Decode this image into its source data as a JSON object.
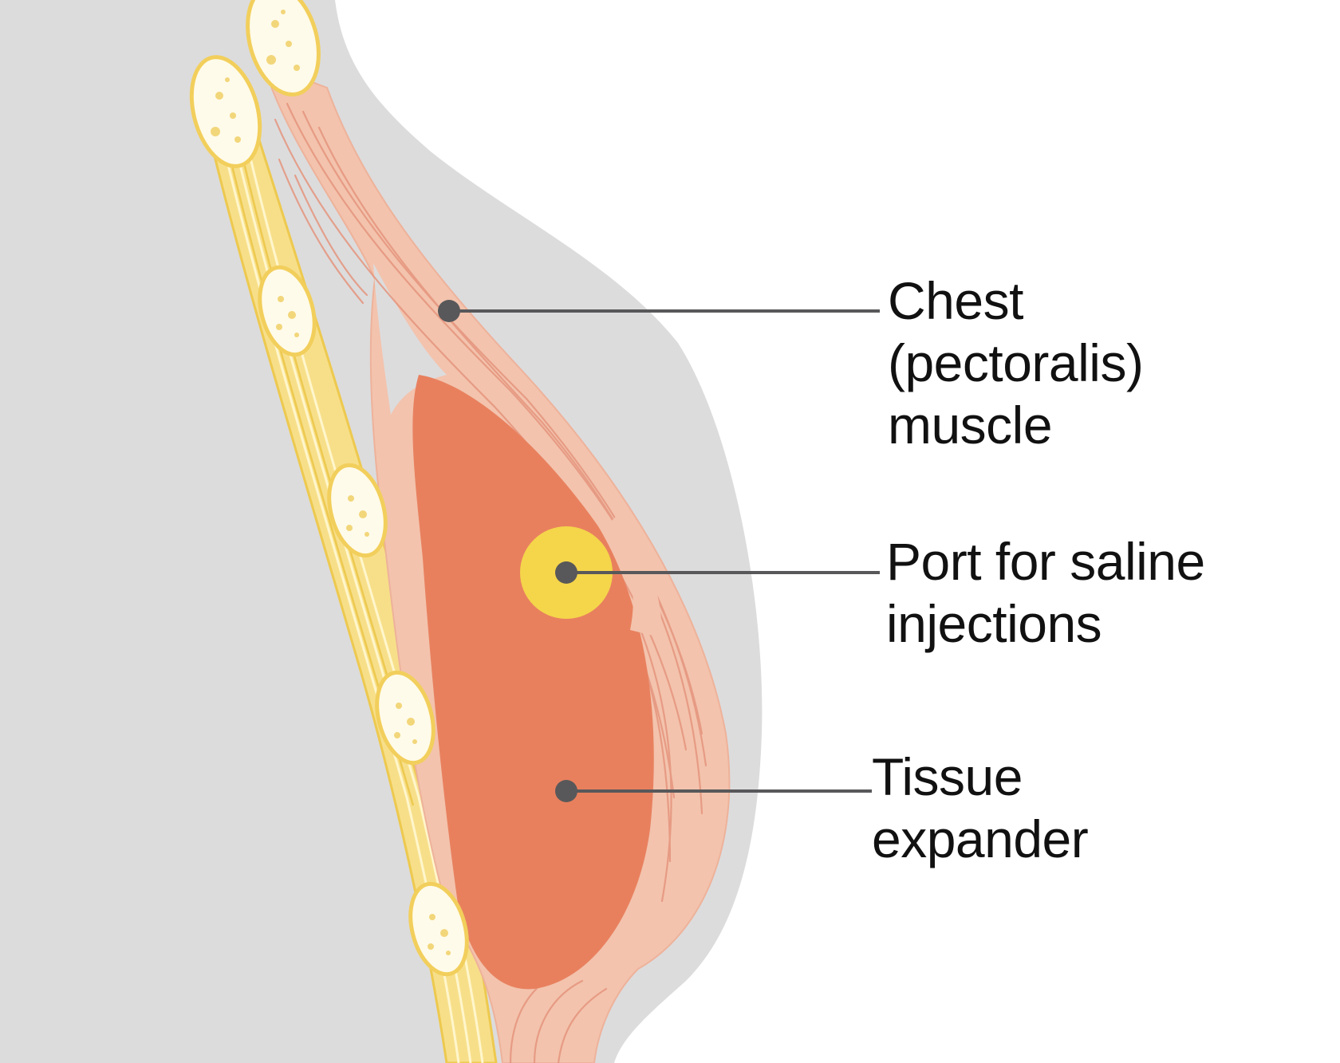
{
  "colors": {
    "background": "#ffffff",
    "body_silhouette": "#dcdcdd",
    "rib_cartilage": "#f7df8a",
    "rib_bone": "#fffbea",
    "muscle": "#f3c3ad",
    "muscle_fibers": "#e5957d",
    "tissue_expander": "#e8805e",
    "saline_port": "#f5d54a",
    "pointer": "#58585a",
    "text": "#111111"
  },
  "labels": {
    "chest_muscle": [
      "Chest",
      "(pectoralis)",
      "muscle"
    ],
    "saline_port": [
      "Port for saline",
      "injections"
    ],
    "tissue_expander": [
      "Tissue",
      "expander"
    ]
  }
}
